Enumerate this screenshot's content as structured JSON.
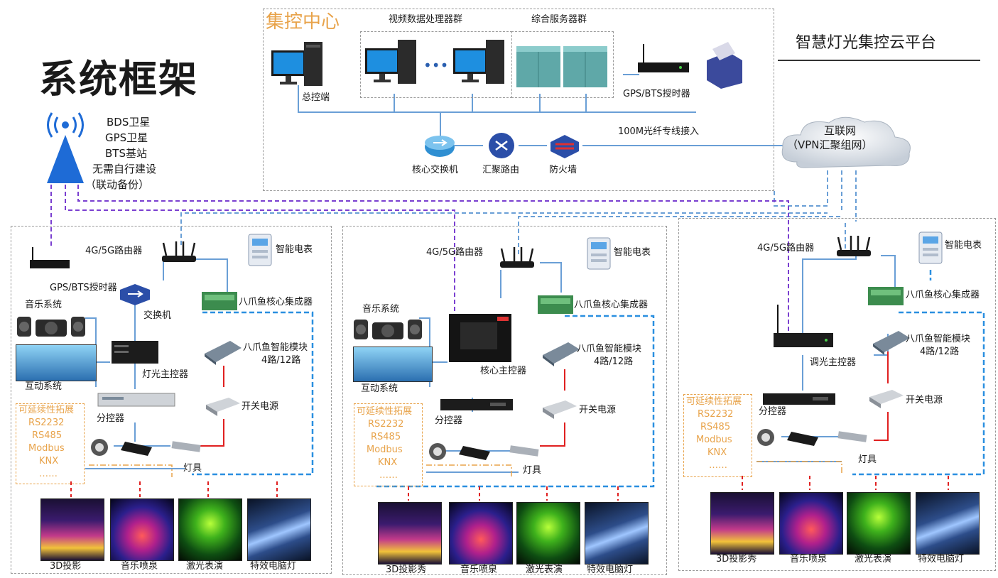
{
  "diagram_title": "系统框架",
  "platform_title": "智慧灯光集控云平台",
  "center": {
    "title": "集控中心",
    "video_group": "视频数据处理器群",
    "server_group": "综合服务器群",
    "console": "总控端",
    "gps_timer": "GPS/BTS授时器",
    "core_switch": "核心交换机",
    "router": "汇聚路由",
    "firewall": "防火墙",
    "fiber": "100M光纤专线接入",
    "ellipsis": "•••"
  },
  "internet": {
    "line1": "互联网",
    "line2": "（VPN汇聚组网）"
  },
  "satellite": {
    "lines": [
      "BDS卫星",
      "GPS卫星",
      "BTS基站",
      "无需自行建设",
      "（联动备份）"
    ]
  },
  "sites": [
    {
      "router": "4G/5G路由器",
      "meter": "智能电表",
      "gps": "GPS/BTS授时器",
      "switch": "交换机",
      "music": "音乐系统",
      "interactive": "互动系统",
      "hub": "八爪鱼核心集成器",
      "module": "八爪鱼智能模块",
      "module_spec": "4路/12路",
      "controller": "灯光主控器",
      "sub": "分控器",
      "power": "开关电源",
      "lamps": "灯具",
      "ext": [
        "可延续性拓展",
        "RS2232",
        "RS485",
        "Modbus",
        "KNX",
        "……"
      ],
      "thumbs": [
        "3D投影",
        "音乐喷泉",
        "激光表演",
        "特效电脑灯"
      ]
    },
    {
      "router": "4G/5G路由器",
      "meter": "智能电表",
      "music": "音乐系统",
      "interactive": "互动系统",
      "hub": "八爪鱼核心集成器",
      "module": "八爪鱼智能模块",
      "module_spec": "4路/12路",
      "controller": "核心主控器",
      "sub": "分控器",
      "power": "开关电源",
      "lamps": "灯具",
      "ext": [
        "可延续性拓展",
        "RS2232",
        "RS485",
        "Modbus",
        "KNX",
        "……"
      ],
      "thumbs": [
        "3D投影秀",
        "音乐喷泉",
        "激光表演",
        "特效电脑灯"
      ]
    },
    {
      "router": "4G/5G路由器",
      "meter": "智能电表",
      "hub": "八爪鱼核心集成器",
      "module": "八爪鱼智能模块",
      "module_spec": "4路/12路",
      "controller": "调光主控器",
      "sub": "分控器",
      "power": "开关电源",
      "lamps": "灯具",
      "ext": [
        "可延续性拓展",
        "RS2232",
        "RS485",
        "Modbus",
        "KNX",
        "……"
      ],
      "thumbs": [
        "3D投影秀",
        "音乐喷泉",
        "激光表演",
        "特效电脑灯"
      ]
    }
  ],
  "colors": {
    "blue_dash": "#2a8fe0",
    "purple_dash": "#7a3fd0",
    "red": "#e02020",
    "line_blue": "#6a9fd6",
    "orange_text": "#e8a34a"
  }
}
